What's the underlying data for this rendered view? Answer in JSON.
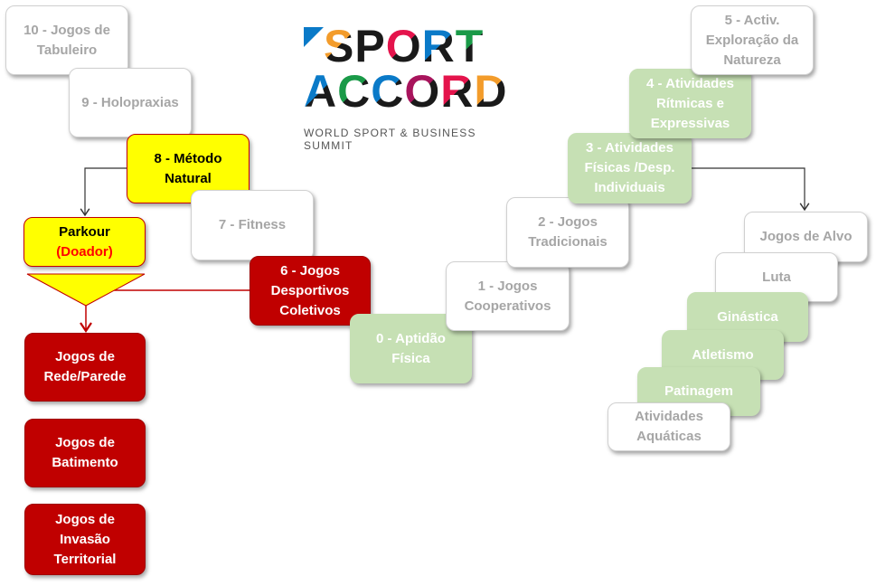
{
  "logo": {
    "line1": "SPORT",
    "line2": "ACCORD",
    "tagline": "WORLD SPORT & BUSINESS SUMMIT",
    "colors1": [
      "#f39c2b",
      "#1a1a1a",
      "#e4144c",
      "#0a7ac8",
      "#1a9a48",
      "#a8145c"
    ],
    "colors2": [
      "#0a7ac8",
      "#1a9a48",
      "#0a7ac8",
      "#a8145c",
      "#e4144c",
      "#f39c2b"
    ]
  },
  "nodes": {
    "n10": "10 - Jogos de Tabuleiro",
    "n9": "9 - Holopraxias",
    "n8": "8 - Método Natural",
    "n7": "7 - Fitness",
    "n6": "6 - Jogos Desportivos Coletivos",
    "n0": "0 - Aptidão Física",
    "n1": "1 - Jogos Cooperativos",
    "n2": "2 - Jogos Tradicionais",
    "n3": "3 - Atividades Físicas /Desp. Individuais",
    "n4": "4 - Atividades Rítmicas e Expressivas",
    "n5": "5 - Activ. Exploração da Natureza",
    "alvo": "Jogos de Alvo",
    "luta": "Luta",
    "ginastica": "Ginástica",
    "atletismo": "Atletismo",
    "patinagem": "Patinagem",
    "aquaticas": "Atividades Aquáticas",
    "parkour": "Parkour",
    "doador": "(Doador)",
    "rede": "Jogos de Rede/Parede",
    "batimento": "Jogos de Batimento",
    "invasao": "Jogos de Invasão Territorial"
  }
}
